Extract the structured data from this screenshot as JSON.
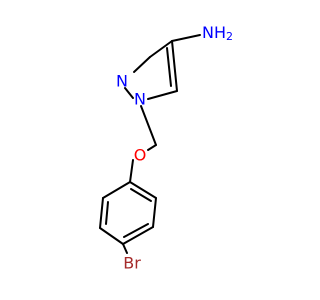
{
  "molecule": {
    "atoms": {
      "amine": {
        "text": "NH",
        "subscript": "2",
        "color": "#0000ff"
      },
      "pyrazole_n2": {
        "text": "N",
        "color": "#0000ff"
      },
      "pyrazole_n1": {
        "text": "N",
        "color": "#0000ff"
      },
      "ether_oxygen": {
        "text": "O",
        "color": "#ff0000"
      },
      "bromine": {
        "text": "Br",
        "color": "#a52a2a"
      }
    },
    "bond_color": "#000000"
  }
}
